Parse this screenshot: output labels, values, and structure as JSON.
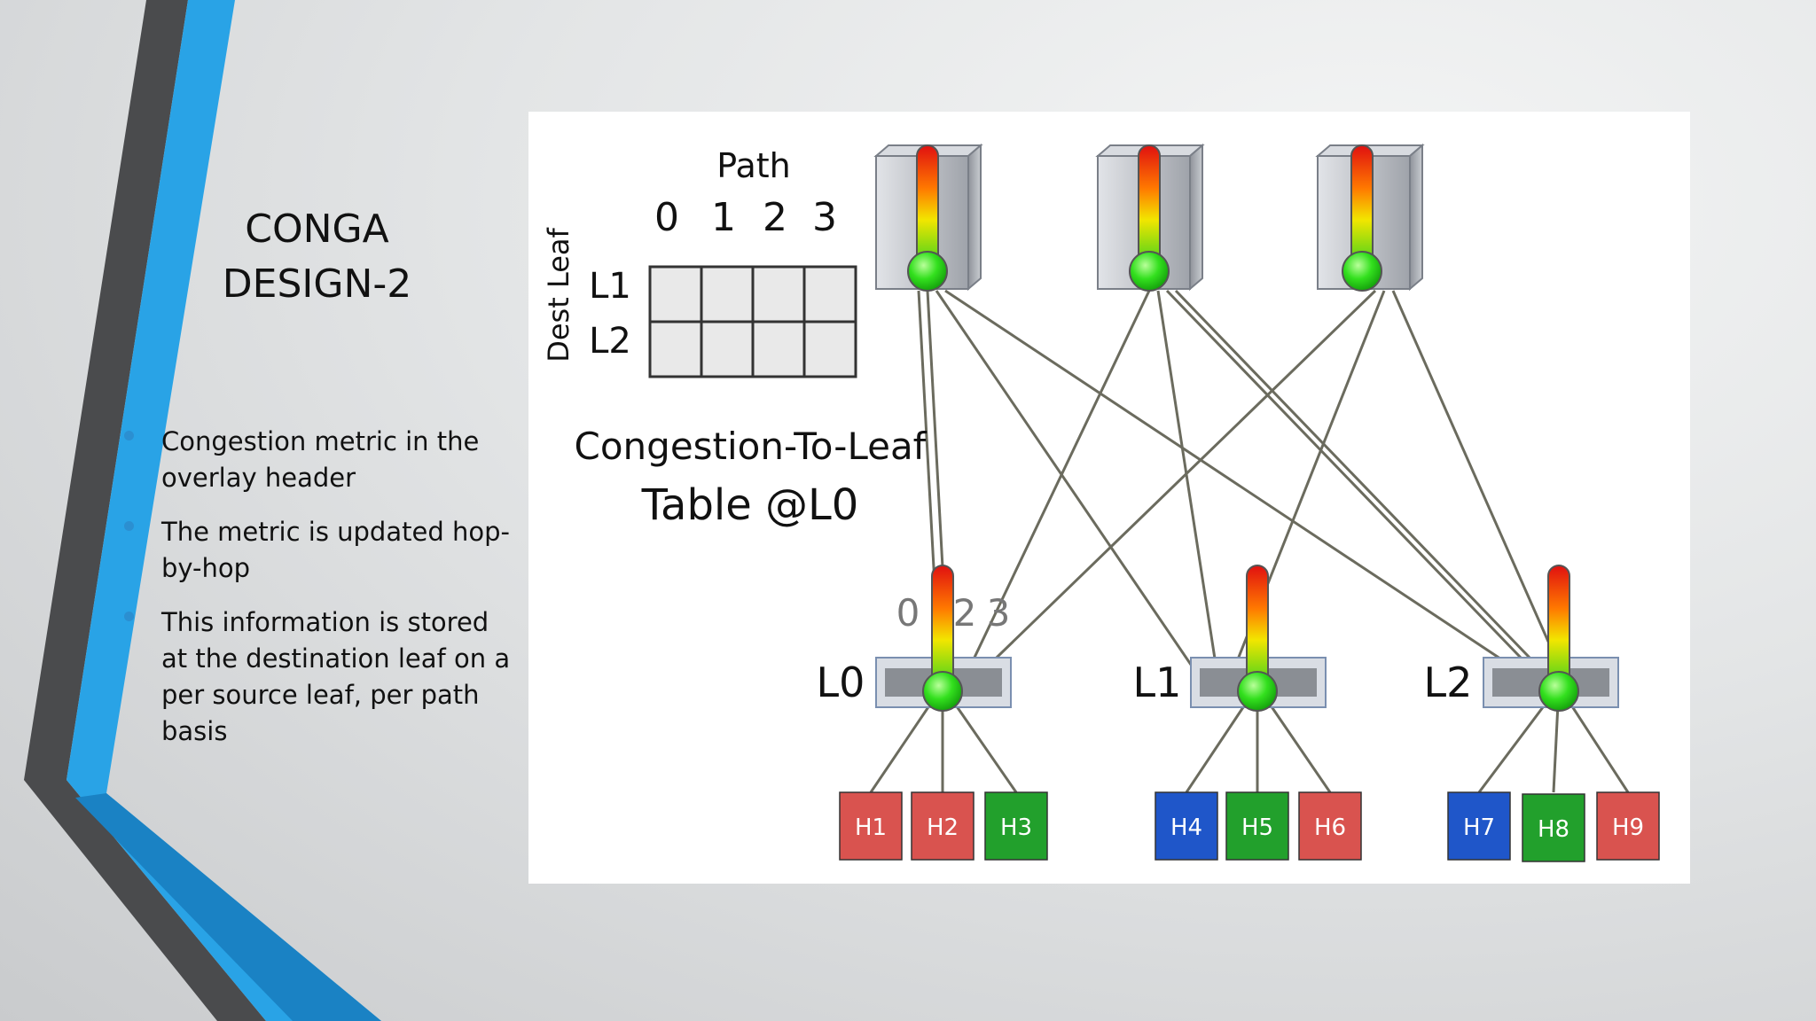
{
  "slide": {
    "title": "CONGA DESIGN-2",
    "bullets": [
      "Congestion metric in the overlay header",
      "The metric is updated hop-by-hop",
      "This information is stored at the destination leaf on a per source leaf, per path basis"
    ]
  },
  "diagram": {
    "table": {
      "path_label": "Path",
      "path_numbers": [
        "0",
        "1",
        "2",
        "3"
      ],
      "axis_label": "Dest Leaf",
      "rows": [
        "L1",
        "L2"
      ],
      "caption_line1": "Congestion-To-Leaf",
      "caption_line2": "Table @L0"
    },
    "port_labels": [
      "0",
      "2",
      "3"
    ],
    "leaves": [
      "L0",
      "L1",
      "L2"
    ],
    "hosts": [
      {
        "label": "H1",
        "color": "#d9534f"
      },
      {
        "label": "H2",
        "color": "#d9534f"
      },
      {
        "label": "H3",
        "color": "#22a02c"
      },
      {
        "label": "H4",
        "color": "#1f56c9"
      },
      {
        "label": "H5",
        "color": "#22a02c"
      },
      {
        "label": "H6",
        "color": "#d9534f"
      },
      {
        "label": "H7",
        "color": "#1f56c9"
      },
      {
        "label": "H8",
        "color": "#22a02c"
      },
      {
        "label": "H9",
        "color": "#d9534f"
      }
    ]
  },
  "colors": {
    "accent_blue": "#29a3e6",
    "dark_gray": "#4a4b4d",
    "link": "#6b6b5e"
  }
}
